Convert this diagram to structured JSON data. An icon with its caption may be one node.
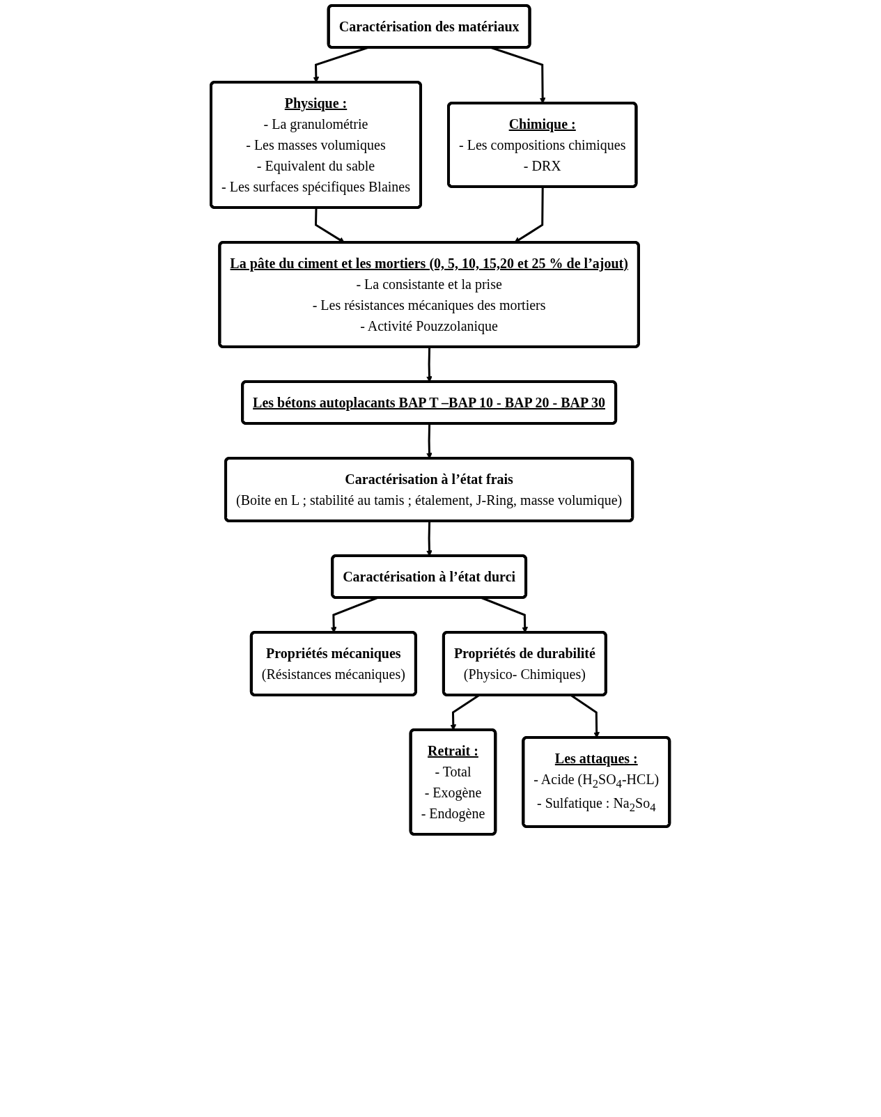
{
  "diagram": {
    "nodes": [
      {
        "text": [
          "Caractérisation des matériaux"
        ]
      },
      {
        "text": [
          "Physique :",
          "- La granulométrie",
          "- Les masses volumiques",
          "- Equivalent du sable",
          "- Les surfaces spécifiques Blaines"
        ]
      },
      {
        "text": [
          "Chimique :",
          "- Les compositions chimiques",
          "- DRX"
        ]
      },
      {
        "text": [
          "La pâte du ciment et les mortiers (0, 5, 10, 15,20 et 25 % de l’ajout)",
          "- La consistante et la prise",
          "- Les résistances mécaniques des mortiers",
          "- Activité Pouzzolanique"
        ]
      },
      {
        "text": [
          "Les bétons autoplacants BAP T –BAP 10 - BAP 20 - BAP 30"
        ]
      },
      {
        "text": [
          "Caractérisation à l’état frais",
          "(Boite en L ; stabilité au tamis ; étalement, J-Ring, masse volumique)"
        ]
      },
      {
        "text": [
          "Caractérisation à l’état durci"
        ]
      },
      {
        "text": [
          "Propriétés mécaniques",
          "(Résistances mécaniques)"
        ]
      },
      {
        "text": [
          "Propriétés de durabilité",
          "(Physico- Chimiques)"
        ]
      },
      {
        "text": [
          "Retrait :",
          "- Total",
          "- Exogène",
          "- Endogène"
        ]
      },
      {
        "text": [
          "Les attaques :",
          "- Acide (H$_{2}$SO$_{4}$-HCL)",
          "- Sulfatique : Na$_{2}$So$_{4}$"
        ]
      }
    ],
    "edges": [
      {
        "from": 0,
        "to": 1,
        "arrow": "to"
      },
      {
        "from": 0,
        "to": 2,
        "arrow": "to"
      },
      {
        "from": 1,
        "to": 3,
        "arrow": "to"
      },
      {
        "from": 2,
        "to": 3,
        "arrow": "to"
      },
      {
        "from": 3,
        "to": 4,
        "arrow": "to"
      },
      {
        "from": 4,
        "to": 5,
        "arrow": "to"
      },
      {
        "from": 5,
        "to": 6,
        "arrow": "to"
      },
      {
        "from": 6,
        "to": 7,
        "arrow": "to"
      },
      {
        "from": 6,
        "to": 8,
        "arrow": "to"
      },
      {
        "from": 8,
        "to": 9,
        "arrow": "to"
      },
      {
        "from": 8,
        "to": 10,
        "arrow": "to"
      }
    ]
  }
}
